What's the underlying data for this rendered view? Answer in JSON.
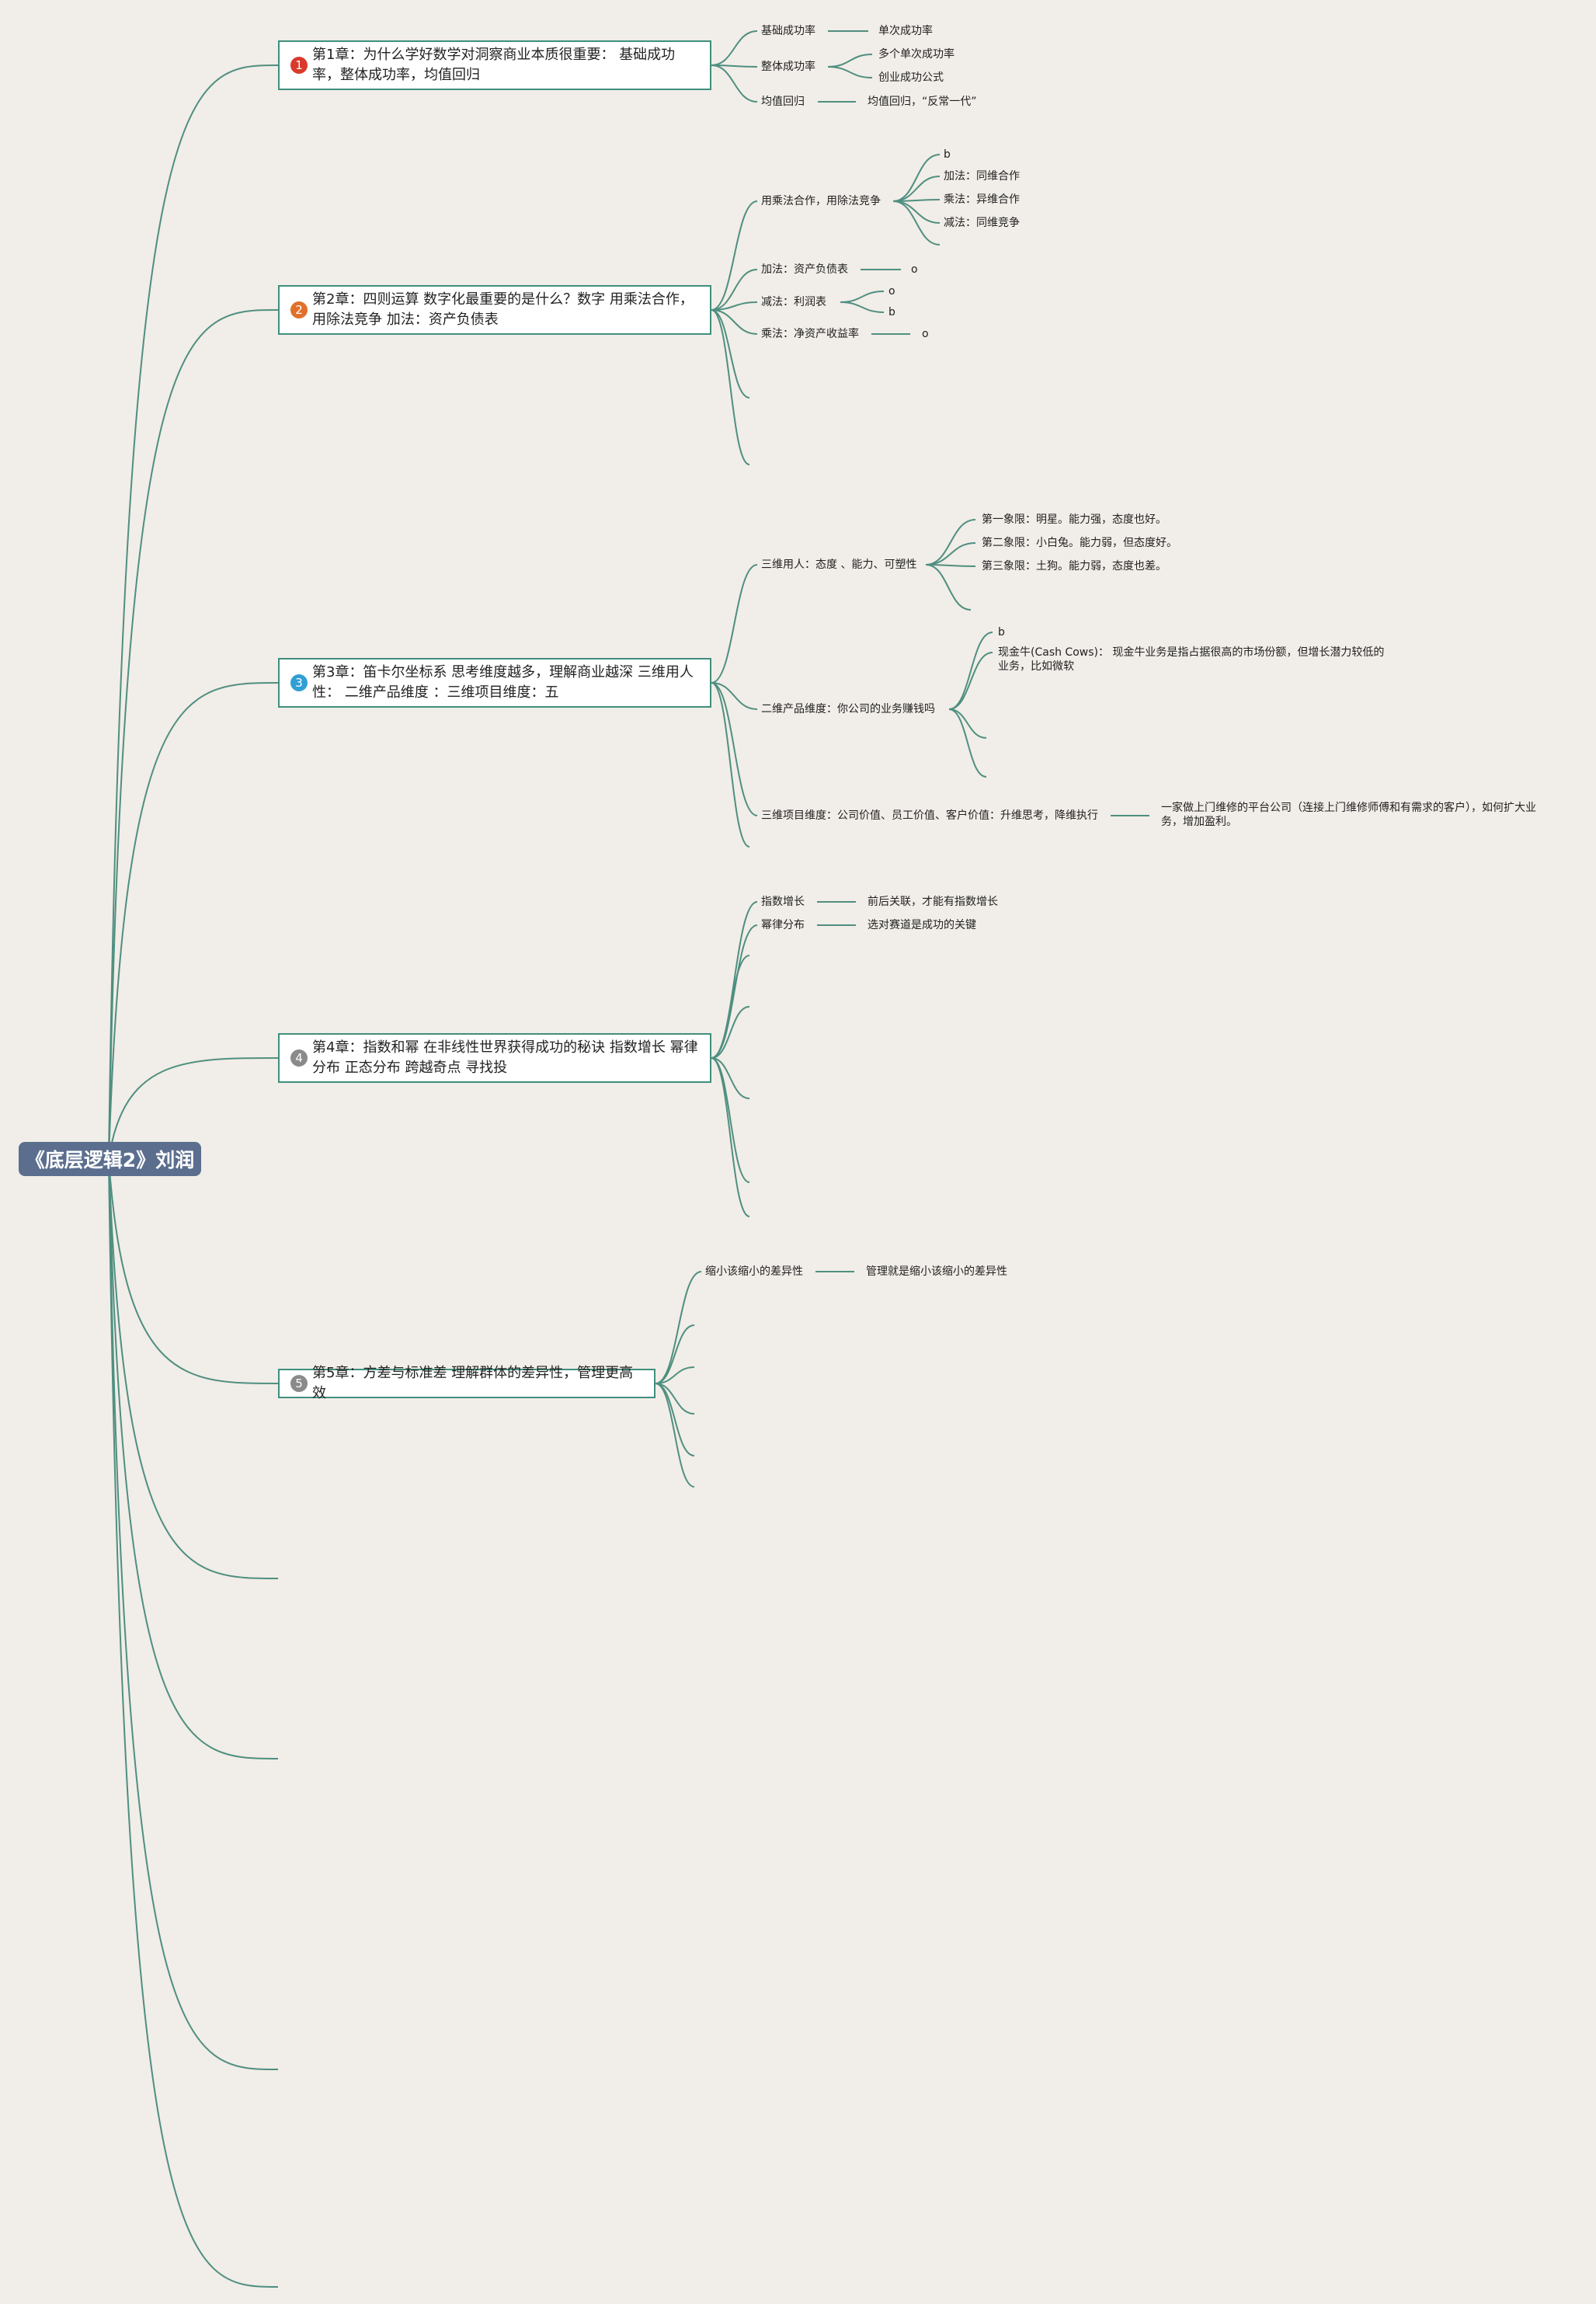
{
  "root": {
    "title": "《底层逻辑2》刘润"
  },
  "colors": {
    "line": "#4f8f80",
    "root_bg": "#5b6e8e",
    "badge_1": "#d93a2b",
    "badge_2": "#e0702a",
    "badge_3": "#2f9fd4",
    "badge_4": "#8a8a8a",
    "badge_5": "#8a8a8a"
  },
  "chapters": [
    {
      "badge": "1",
      "title": "第1章：为什么学好数学对洞察商业本质很重要： 基础成功率，整体成功率，均值回归"
    },
    {
      "badge": "2",
      "title": "第2章：四则运算 数字化最重要的是什么？数字 用乘法合作，用除法竞争 加法：资产负债表"
    },
    {
      "badge": "3",
      "title": "第3章：笛卡尔坐标系 思考维度越多，理解商业越深 三维用人性： 二维产品维度 ：三维项目维度：五"
    },
    {
      "badge": "4",
      "title": "第4章：指数和幂 在非线性世界获得成功的秘诀 指数增长 幂律分布 正态分布 跨越奇点 寻找投"
    },
    {
      "badge": "5",
      "title": "第5章：方差与标准差 理解群体的差异性，管理更高效"
    }
  ],
  "nodes": {
    "c1_a": "基础成功率",
    "c1_a1": "单次成功率",
    "c1_b": "整体成功率",
    "c1_b1": "多个单次成功率",
    "c1_b2": "创业成功公式",
    "c1_c": "均值回归",
    "c1_c1": "均值回归，“反常一代”",
    "c2_a": "用乘法合作，用除法竞争",
    "c2_a1": "b",
    "c2_a2": "加法：同维合作",
    "c2_a3": "乘法：异维合作",
    "c2_a4": "减法：同维竞争",
    "c2_b": "加法：资产负债表",
    "c2_b1": "o",
    "c2_c": "减法：利润表",
    "c2_c1": "o",
    "c2_c2": "b",
    "c2_d": "乘法：净资产收益率",
    "c2_d1": "o",
    "c3_a": "三维用人：态度 、能力、可塑性",
    "c3_a1": "第一象限：明星。能力强，态度也好。",
    "c3_a2": "第二象限：小白兔。能力弱，但态度好。",
    "c3_a3": "第三象限：土狗。能力弱，态度也差。",
    "c3_b": "二维产品维度：你公司的业务赚钱吗",
    "c3_b1": "b",
    "c3_b2": "现金牛(Cash Cows)： 现金牛业务是指占据很高的市场份额，但增长潜力较低的业务，比如微软",
    "c3_c": "三维项目维度：公司价值、员工价值、客户价值：升维思考，降维执行",
    "c3_c1": "一家做上门维修的平台公司（连接上门维修师傅和有需求的客户），如何扩大业务，增加盈利。",
    "c4_a": "指数增长",
    "c4_a1": "前后关联，才能有指数增长",
    "c4_b": "幂律分布",
    "c4_b1": "选对赛道是成功的关键",
    "c5_a": "缩小该缩小的差异性",
    "c5_a1": "管理就是缩小该缩小的差异性"
  }
}
